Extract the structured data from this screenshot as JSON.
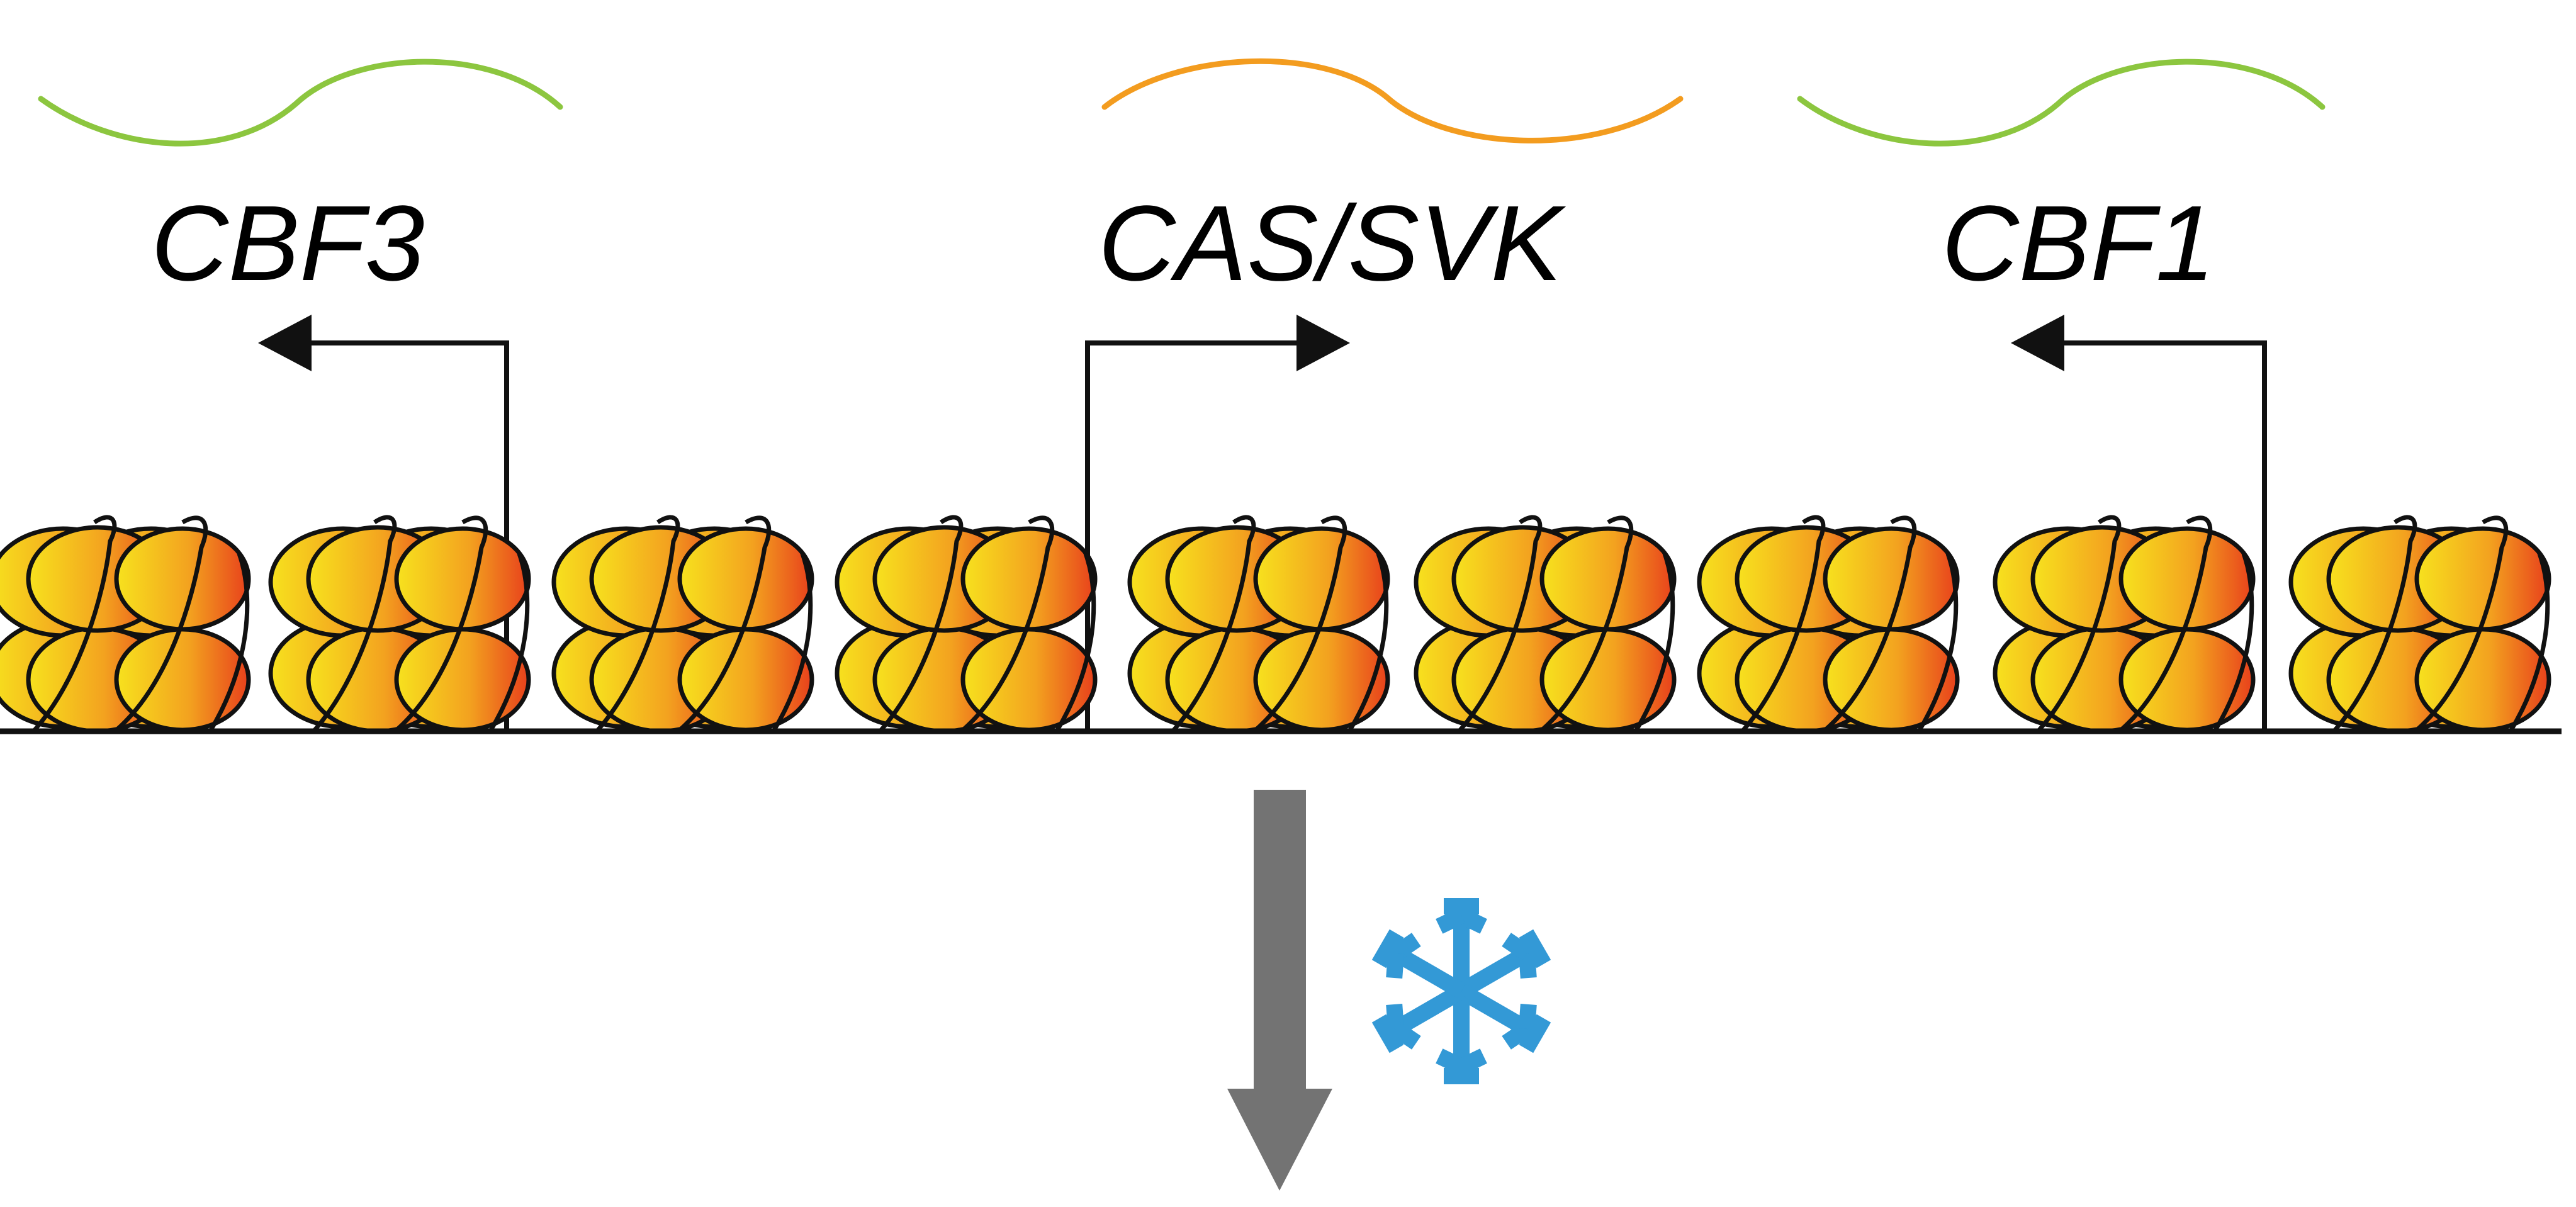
{
  "diagram": {
    "genes": [
      {
        "label": "CBF3",
        "direction": "left",
        "transcript_color": "#8cc63f"
      },
      {
        "label": "CAS/SVK",
        "direction": "right",
        "transcript_color": "#f39c1f"
      },
      {
        "label": "CBF1",
        "direction": "left",
        "transcript_color": "#8cc63f"
      }
    ],
    "nucleosome_count": 9,
    "colors": {
      "nucleosome_light": "#f7e21e",
      "nucleosome_dark": "#e8401c",
      "dna": "#111111",
      "arrow": "#737373",
      "snowflake": "#3399d6"
    },
    "icons": {
      "cold_treatment": "snowflake-icon",
      "process_arrow": "down-arrow-icon"
    }
  }
}
